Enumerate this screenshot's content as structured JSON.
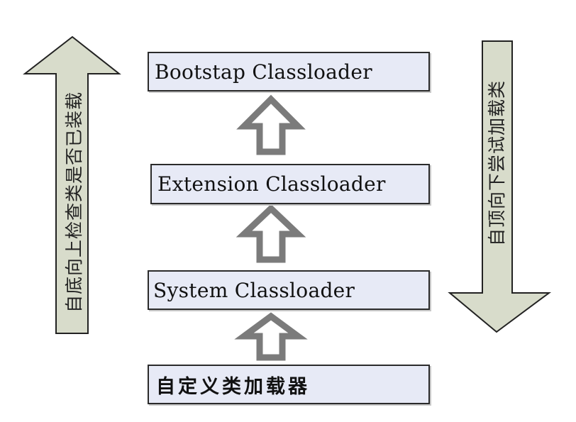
{
  "diagram": {
    "boxes": {
      "bootstrap": "Bootstap Classloader",
      "extension": "Extension Classloader",
      "system": "System Classloader",
      "custom": "自定义类加载器"
    },
    "side_labels": {
      "left": "自底向上检查类是否已装载",
      "right": "自顶向下尝试加载类"
    },
    "colors": {
      "box_fill": "#e7eaf6",
      "box_border": "#2b2b2b",
      "side_arrow_fill": "#d8dccb",
      "side_arrow_stroke": "#222222",
      "hollow_arrow_stroke": "#7b7b7b"
    }
  }
}
